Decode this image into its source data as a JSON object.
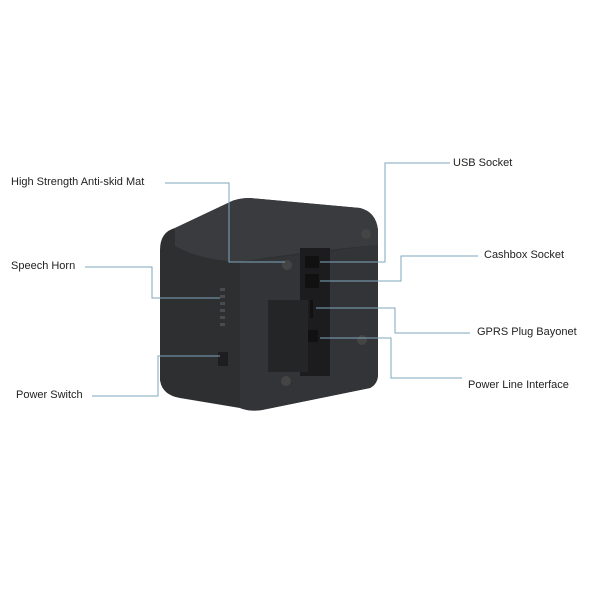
{
  "colors": {
    "background": "#ffffff",
    "leader_line": "#7fa7bd",
    "device_body": "#2e2f31",
    "label_text": "#222222"
  },
  "product": {
    "name": "device-photo"
  },
  "callouts": {
    "left": [
      {
        "id": "anti-skid-mat",
        "label": "High Strength Anti-skid Mat"
      },
      {
        "id": "speech-horn",
        "label": "Speech Horn"
      },
      {
        "id": "power-switch",
        "label": "Power Switch"
      }
    ],
    "right": [
      {
        "id": "usb-socket",
        "label": "USB Socket"
      },
      {
        "id": "cashbox-socket",
        "label": "Cashbox Socket"
      },
      {
        "id": "gprs-plug-bayonet",
        "label": "GPRS Plug Bayonet"
      },
      {
        "id": "power-line-interface",
        "label": "Power Line Interface"
      }
    ]
  }
}
